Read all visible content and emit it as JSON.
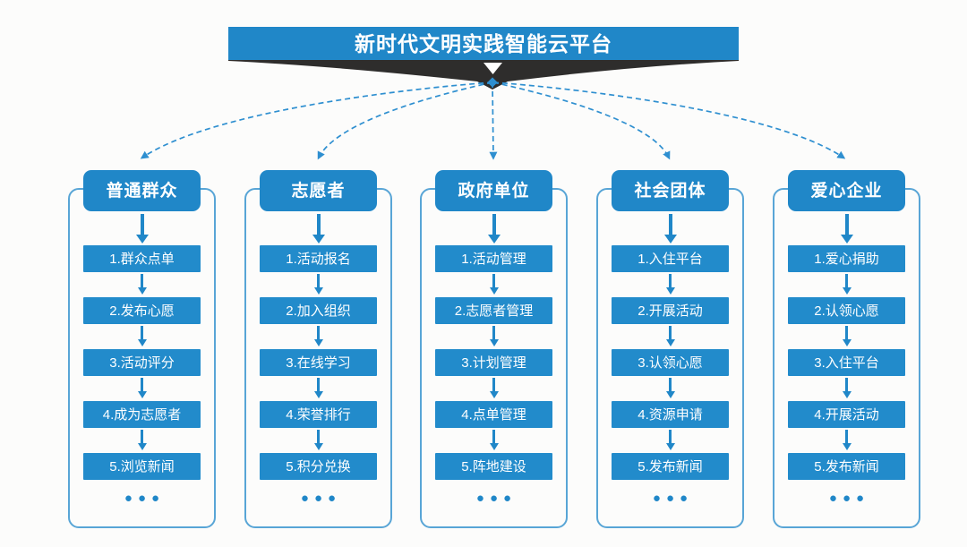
{
  "banner": {
    "title": "新时代文明实践智能云平台"
  },
  "ellipsis": "●●●",
  "colors": {
    "primary_blue": "#2087c8",
    "item_blue": "#228bcb",
    "outline_blue": "#58a5d6",
    "connector_blue": "#2e8fd0",
    "ribbon_dark": "#2e2d2c",
    "background": "#fcfcfb",
    "text_on_blue": "#ffffff"
  },
  "columns": [
    {
      "header": "普通群众",
      "items": [
        "1.群众点单",
        "2.发布心愿",
        "3.活动评分",
        "4.成为志愿者",
        "5.浏览新闻"
      ]
    },
    {
      "header": "志愿者",
      "items": [
        "1.活动报名",
        "2.加入组织",
        "3.在线学习",
        "4.荣誉排行",
        "5.积分兑换"
      ]
    },
    {
      "header": "政府单位",
      "items": [
        "1.活动管理",
        "2.志愿者管理",
        "3.计划管理",
        "4.点单管理",
        "5.阵地建设"
      ]
    },
    {
      "header": "社会团体",
      "items": [
        "1.入住平台",
        "2.开展活动",
        "3.认领心愿",
        "4.资源申请",
        "5.发布新闻"
      ]
    },
    {
      "header": "爱心企业",
      "items": [
        "1.爱心捐助",
        "2.认领心愿",
        "3.入住平台",
        "4.开展活动",
        "5.发布新闻"
      ]
    }
  ]
}
